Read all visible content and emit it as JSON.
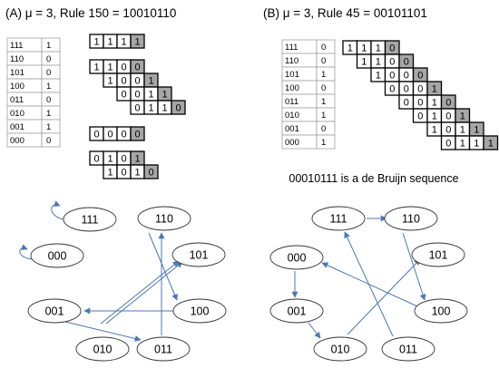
{
  "panelA": {
    "title": "(A)  μ = 3, Rule 150 =  10010110",
    "rule_table": [
      {
        "pattern": "111",
        "output": "1"
      },
      {
        "pattern": "110",
        "output": "0"
      },
      {
        "pattern": "101",
        "output": "0"
      },
      {
        "pattern": "100",
        "output": "1"
      },
      {
        "pattern": "011",
        "output": "0"
      },
      {
        "pattern": "010",
        "output": "1"
      },
      {
        "pattern": "001",
        "output": "1"
      },
      {
        "pattern": "000",
        "output": "0"
      }
    ],
    "cell_groups": [
      {
        "rows": [
          [
            "1",
            "1",
            "1",
            "1"
          ]
        ]
      },
      {
        "rows": [
          [
            "1",
            "1",
            "0",
            "0"
          ],
          [
            "1",
            "0",
            "0",
            "1"
          ],
          [
            "0",
            "0",
            "1",
            "1"
          ],
          [
            "0",
            "1",
            "1",
            "0"
          ]
        ]
      },
      {
        "rows": [
          [
            "0",
            "0",
            "0",
            "0"
          ]
        ]
      },
      {
        "rows": [
          [
            "0",
            "1",
            "0",
            "1"
          ],
          [
            "1",
            "0",
            "1",
            "0"
          ]
        ]
      }
    ],
    "graph_nodes": [
      "111",
      "110",
      "000",
      "101",
      "001",
      "100",
      "010",
      "011"
    ]
  },
  "panelB": {
    "title": "(B)  μ = 3, Rule 45 =  00101101",
    "rule_table": [
      {
        "pattern": "111",
        "output": "0"
      },
      {
        "pattern": "110",
        "output": "0"
      },
      {
        "pattern": "101",
        "output": "1"
      },
      {
        "pattern": "100",
        "output": "0"
      },
      {
        "pattern": "011",
        "output": "1"
      },
      {
        "pattern": "010",
        "output": "1"
      },
      {
        "pattern": "001",
        "output": "0"
      },
      {
        "pattern": "000",
        "output": "1"
      }
    ],
    "cell_rows": [
      [
        "1",
        "1",
        "1",
        "0"
      ],
      [
        "1",
        "1",
        "0",
        "0"
      ],
      [
        "1",
        "0",
        "0",
        "0"
      ],
      [
        "0",
        "0",
        "0",
        "1"
      ],
      [
        "0",
        "0",
        "1",
        "0"
      ],
      [
        "0",
        "1",
        "0",
        "1"
      ],
      [
        "1",
        "0",
        "1",
        "1"
      ],
      [
        "0",
        "1",
        "1",
        "1"
      ]
    ],
    "caption": "00010111 is a de Bruijn sequence",
    "graph_nodes": [
      "111",
      "110",
      "000",
      "101",
      "001",
      "100",
      "010",
      "011"
    ]
  },
  "colors": {
    "arrow": "#4a77b4",
    "highlight_cell": "#a6a6a6",
    "table_border": "#a0a0a0"
  }
}
